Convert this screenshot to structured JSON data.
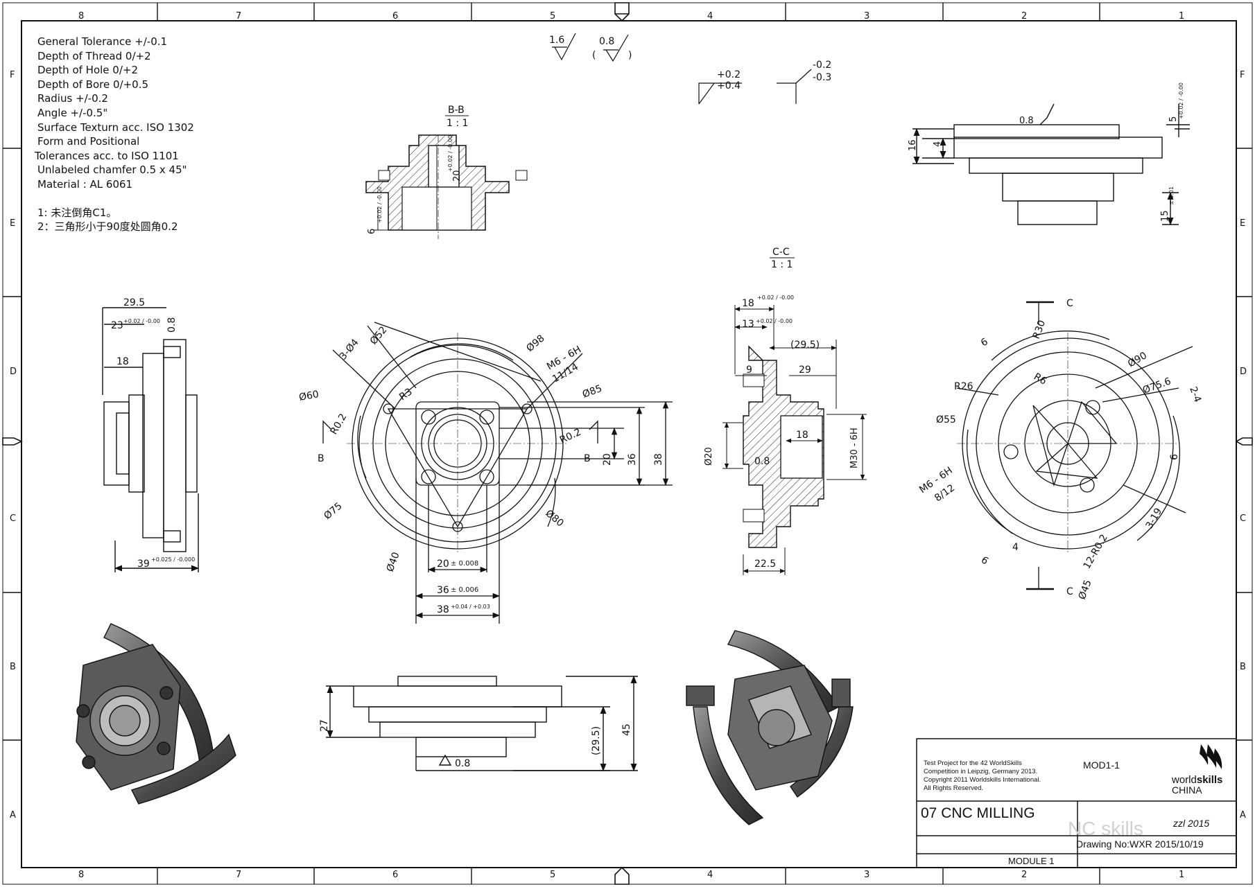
{
  "notes": {
    "lines": [
      "General Tolerance +/-0.1",
      "Depth of Thread 0/+2",
      "Depth of Hole 0/+2",
      "Depth of Bore 0/+0.5",
      "Radius +/-0.2",
      "Angle +/-0.5\"",
      "Surface Texturn acc. ISO 1302",
      "Form and Positional",
      "Tolerances acc. to    ISO 1101",
      "Unlabeled chamfer  0.5 x 45\"",
      "Material : AL 6061"
    ],
    "cn1": "1:  未注倒角C1。",
    "cn2": "2：三角形小于90度处圆角0.2"
  },
  "zones": {
    "cols": [
      "8",
      "7",
      "6",
      "5",
      "4",
      "3",
      "2",
      "1"
    ],
    "rows": [
      "F",
      "E",
      "D",
      "C",
      "B",
      "A"
    ]
  },
  "surface": {
    "s1": "1.6",
    "s2": "0.8",
    "p_open": "(",
    "p_close": ")"
  },
  "general_tol": {
    "a1": "+0.2",
    "a2": "+0.4",
    "b1": "-0.2",
    "b2": "-0.3"
  },
  "section_bb": {
    "name": "B-B",
    "scale": "1 : 1",
    "d20": "20",
    "t20": "+0.02 / -0.00",
    "d6": "6",
    "t6": "+0.02 / -0.00"
  },
  "section_cc": {
    "name": "C-C",
    "scale": "1 : 1",
    "d18": "18",
    "d13": "13",
    "tol": "+0.02 / -0.00",
    "d295": "(29.5)",
    "d9": "9",
    "d29": "29",
    "d20": "Ø20",
    "d18b": "18",
    "d08": "0.8",
    "m30": "M30 - 6H",
    "d225": "22.5"
  },
  "top_right": {
    "d08": "0.8",
    "d16": "16",
    "d4": "4",
    "d5": "5",
    "t5": "+0.02 / -0.00",
    "d15": "15",
    "t15": "± 0.01"
  },
  "side_left": {
    "d295": "29.5",
    "d23": "23",
    "t23": "+0.02 / -0.00",
    "d08": "0.8",
    "d18": "18",
    "d39": "39",
    "t39": "+0.025 / -0.000"
  },
  "front": {
    "d52": "Ø52",
    "d98": "Ø98",
    "d34": "3-Ø4",
    "m6": "M6 - 6H",
    "m6b": "11/14",
    "d85": "Ø85",
    "d60": "Ø60",
    "r3": "R3",
    "r02a": "R0.2",
    "r02b": "R0.2",
    "d75": "Ø75",
    "d80": "Ø80",
    "d40": "Ø40",
    "d20": "20",
    "t20": "± 0.008",
    "d36": "36",
    "t36": "± 0.006",
    "d38": "38",
    "t38": "+0.04 / +0.03",
    "v20": "20",
    "v36": "36",
    "v38": "38",
    "lbl_b": "B"
  },
  "right_view": {
    "c": "C",
    "d6a": "6",
    "r30": "R30",
    "d90": "Ø90",
    "r6": "R6",
    "d756": "Ø75.6",
    "r26": "R26",
    "d24": "2-4",
    "d55": "Ø55",
    "d6b": "6",
    "m6": "M6 - 6H",
    "m6b": "8/12",
    "d319": "3-19",
    "d4": "4",
    "d6c": "6",
    "r12": "12-R0.2",
    "d45": "Ø45"
  },
  "bottom_view": {
    "d27": "27",
    "d295": "(29.5)",
    "d45": "45",
    "d08": "0.8"
  },
  "title_block": {
    "desc": [
      "Test Project for the 42    WorldSkills",
      "Competition in Leipzig, Germany 2013.",
      "Copyright     2011 Worldskills International.",
      "All Rights Reserved."
    ],
    "mod": "MOD1-1",
    "logo_a": "world",
    "logo_b": "skills",
    "logo_c": "CHINA",
    "title": "07 CNC MILLING",
    "author": "zzl 2015",
    "drawing": "Drawing No:WXR 2015/10/19",
    "module": "MODULE 1",
    "watermark": "NC skills"
  }
}
